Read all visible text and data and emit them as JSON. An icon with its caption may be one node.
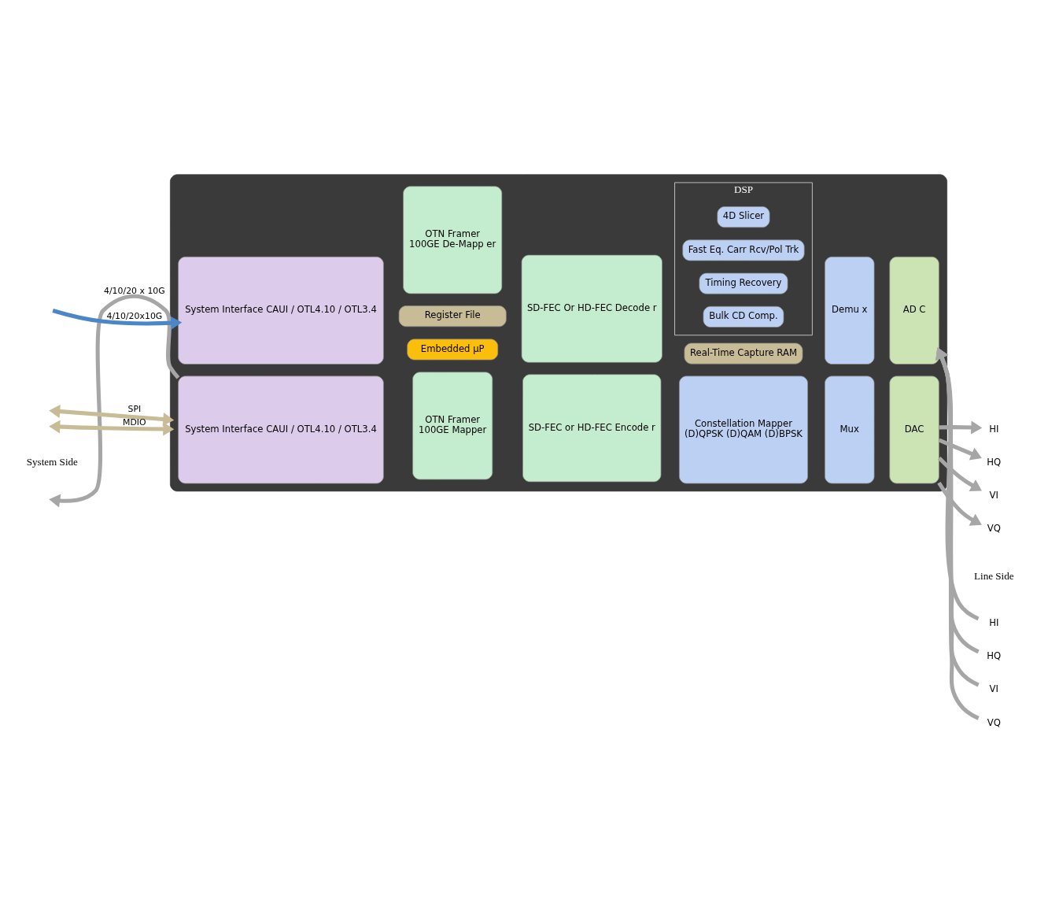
{
  "diagram": {
    "nodes": [
      {
        "text": [],
        "shape": "box"
      },
      {
        "text": [
          "System Interface CAUI / OTL4.10 / OTL3.4"
        ],
        "in": 0
      },
      {
        "text": [
          "OTN Framer",
          "100GE Mapper"
        ],
        "in": 0
      },
      {
        "text": [
          "SD-FEC or HD-FEC Encode r"
        ],
        "in": 0
      },
      {
        "text": [
          "Constellation Mapper",
          "(D)QPSK (D)QAM (D)BPSK"
        ],
        "in": 0
      },
      {
        "text": [
          "Mux"
        ],
        "in": 0
      },
      {
        "text": [
          "DAC"
        ],
        "in": 0
      },
      {
        "text": [
          "Embedded µP"
        ],
        "in": 0
      },
      {
        "text": [
          "Real-Time Capture RAM"
        ],
        "in": 0
      },
      {
        "text": [
          "Register File"
        ],
        "in": 0
      },
      {
        "text": [
          "System Interface CAUI / OTL4.10 / OTL3.4"
        ],
        "in": 0
      },
      {
        "text": [
          "OTN Framer",
          "100GE De-Mapp er"
        ],
        "in": 0
      },
      {
        "text": [
          "SD-FEC Or HD-FEC Decode r"
        ],
        "in": 0
      },
      {
        "text": [
          "DSP"
        ],
        "in": 0
      },
      {
        "text": [
          "Bulk CD Comp."
        ],
        "in": 13
      },
      {
        "text": [
          "Timing Recovery"
        ],
        "in": 13
      },
      {
        "text": [
          "Fast Eq. Carr Rcv/Pol Trk"
        ],
        "in": 13
      },
      {
        "text": [
          "4D Slicer"
        ],
        "in": 13
      },
      {
        "text": [
          "Demu x"
        ],
        "in": 0
      },
      {
        "text": [
          "AD C"
        ],
        "in": 0
      },
      {
        "text": [
          "HI"
        ]
      },
      {
        "text": [
          "HQ"
        ]
      },
      {
        "text": [
          "VI"
        ]
      },
      {
        "text": [
          "VQ"
        ]
      },
      {
        "text": [
          "HI"
        ]
      },
      {
        "text": [
          "HQ"
        ]
      },
      {
        "text": [
          "VI"
        ]
      },
      {
        "text": [
          "VQ"
        ]
      }
    ],
    "edges": [
      {
        "from": null,
        "to": 1,
        "arrow": "to",
        "label": "4/10/20x10G",
        "color": "#4a86c8"
      },
      {
        "from": null,
        "to": 0,
        "arrow": "both",
        "label": "SPI",
        "color": "#c8bc96"
      },
      {
        "from": null,
        "to": 0,
        "arrow": "both",
        "label": "MDIO",
        "color": "#c8bc96"
      },
      {
        "from": 10,
        "to": null,
        "arrow": "to",
        "label": "4/10/20 x 10G"
      },
      {
        "from": 6,
        "to": 20,
        "arrow": "to"
      },
      {
        "from": 6,
        "to": 21,
        "arrow": "to"
      },
      {
        "from": 6,
        "to": 22,
        "arrow": "to"
      },
      {
        "from": 6,
        "to": 23,
        "arrow": "to"
      },
      {
        "from": 24,
        "to": 19,
        "arrow": "to"
      },
      {
        "from": 25,
        "to": 19,
        "arrow": "to"
      },
      {
        "from": 26,
        "to": 19,
        "arrow": "to"
      },
      {
        "from": 27,
        "to": 19,
        "arrow": "to"
      }
    ],
    "labels": [
      "System Side",
      "Line Side"
    ]
  }
}
